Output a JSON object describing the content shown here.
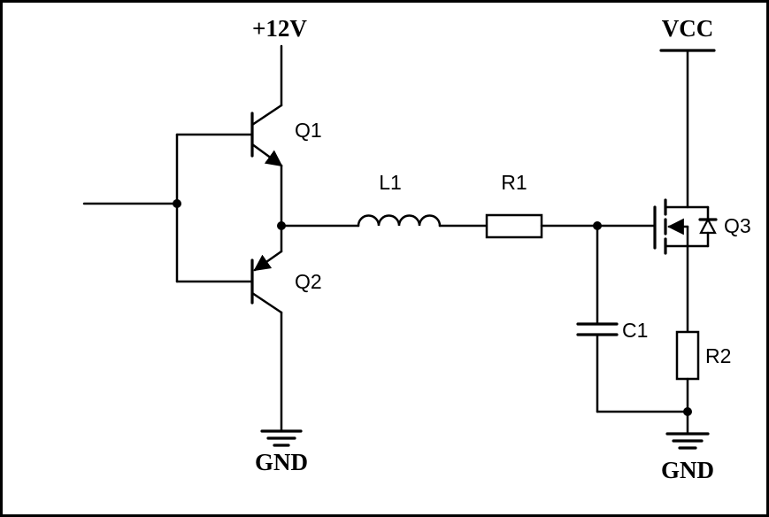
{
  "diagram": {
    "title": "push-pull-gate-driver-mosfet-circuit",
    "power_labels": {
      "v12": "+12V",
      "vcc": "VCC",
      "gnd_left": "GND",
      "gnd_right": "GND"
    },
    "component_labels": {
      "q1": "Q1",
      "q2": "Q2",
      "l1": "L1",
      "r1": "R1",
      "c1": "C1",
      "q3": "Q3",
      "r2": "R2"
    },
    "colors": {
      "line": "#000000",
      "background": "#ffffff",
      "border": "#000000"
    }
  }
}
